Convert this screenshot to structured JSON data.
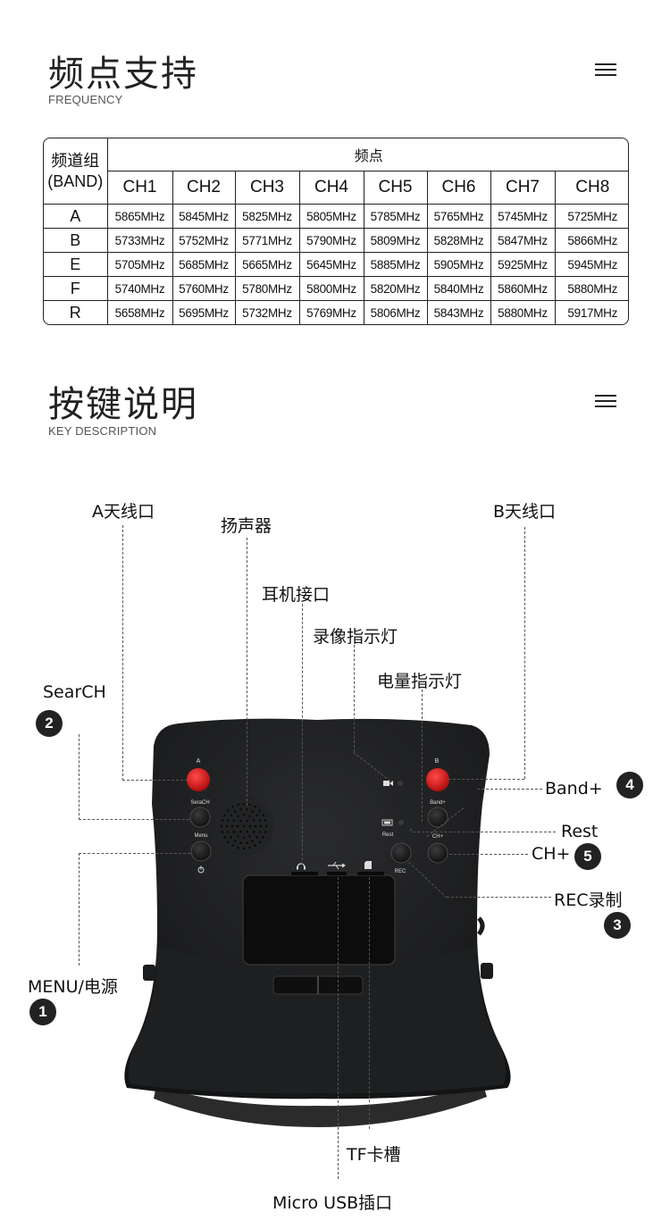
{
  "frequency_section": {
    "title": "频点支持",
    "subtitle": "FREQUENCY",
    "table": {
      "band_header": "频道组\n(BAND)",
      "freq_header": "频点",
      "channels": [
        "CH1",
        "CH2",
        "CH3",
        "CH4",
        "CH5",
        "CH6",
        "CH7",
        "CH8"
      ],
      "rows": [
        {
          "band": "A",
          "values": [
            "5865MHz",
            "5845MHz",
            "5825MHz",
            "5805MHz",
            "5785MHz",
            "5765MHz",
            "5745MHz",
            "5725MHz"
          ]
        },
        {
          "band": "B",
          "values": [
            "5733MHz",
            "5752MHz",
            "5771MHz",
            "5790MHz",
            "5809MHz",
            "5828MHz",
            "5847MHz",
            "5866MHz"
          ]
        },
        {
          "band": "E",
          "values": [
            "5705MHz",
            "5685MHz",
            "5665MHz",
            "5645MHz",
            "5885MHz",
            "5905MHz",
            "5925MHz",
            "5945MHz"
          ]
        },
        {
          "band": "F",
          "values": [
            "5740MHz",
            "5760MHz",
            "5780MHz",
            "5800MHz",
            "5820MHz",
            "5840MHz",
            "5860MHz",
            "5880MHz"
          ]
        },
        {
          "band": "R",
          "values": [
            "5658MHz",
            "5695MHz",
            "5732MHz",
            "5769MHz",
            "5806MHz",
            "5843MHz",
            "5880MHz",
            "5917MHz"
          ]
        }
      ]
    }
  },
  "key_section": {
    "title": "按键说明",
    "subtitle": "KEY DESCRIPTION",
    "labels": {
      "antenna_a": "A天线口",
      "antenna_b": "B天线口",
      "speaker": "扬声器",
      "earphone": "耳机接口",
      "rec_led": "录像指示灯",
      "battery_led": "电量指示灯",
      "search": "SearCH",
      "band_plus": "Band+",
      "rest": "Rest",
      "ch_plus": "CH+",
      "rec": "REC录制",
      "menu_power": "MENU/电源",
      "tf_slot": "TF卡槽",
      "micro_usb": "Micro USB插口"
    },
    "badges": {
      "search": "2",
      "band_plus": "4",
      "ch_plus": "5",
      "rec": "3",
      "menu_power": "1"
    },
    "device_labels": {
      "a": "A",
      "b": "B",
      "serach": "SeraCH",
      "menu": "Menu",
      "band_plus": "Band+",
      "rest": "Rest",
      "ch_plus": "CH+",
      "rec": "REC"
    }
  }
}
